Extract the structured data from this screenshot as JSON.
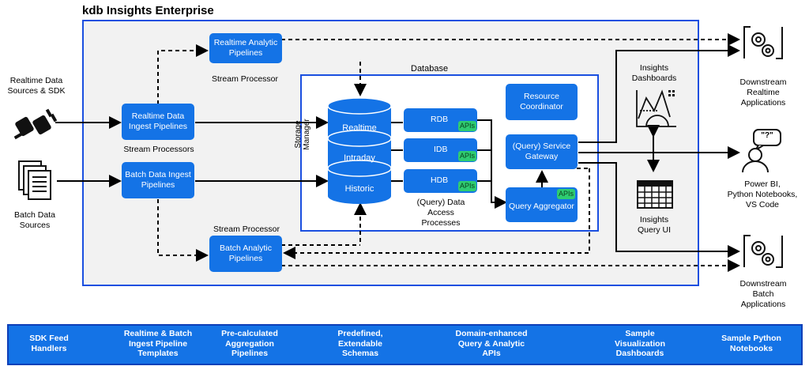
{
  "title": "kdb Insights Enterprise",
  "database_label": "Database",
  "sources": {
    "realtime": "Realtime Data\nSources & SDK",
    "batch": "Batch Data\nSources"
  },
  "pipelines": {
    "realtime_analytic": "Realtime Analytic Pipelines",
    "stream_processor_top": "Stream Processor",
    "realtime_ingest": "Realtime Data Ingest Pipelines",
    "stream_processors": "Stream Processors",
    "batch_ingest": "Batch Data Ingest Pipelines",
    "stream_processor_bottom": "Stream Processor",
    "batch_analytic": "Batch Analytic Pipelines"
  },
  "storage": {
    "manager": "Storage Manager",
    "tiers": [
      "Realtime",
      "Intraday",
      "Historic"
    ]
  },
  "daps": {
    "rdb": "RDB",
    "idb": "IDB",
    "hdb": "HDB",
    "api_badge": "APIs",
    "caption": "(Query) Data\nAccess\nProcesses"
  },
  "services": {
    "resource_coordinator": "Resource Coordinator",
    "service_gateway": "(Query) Service Gateway",
    "query_aggregator": "Query Aggregator"
  },
  "insights": {
    "dashboards": "Insights\nDashboards",
    "query_ui": "Insights\nQuery UI"
  },
  "outputs": {
    "downstream_realtime": "Downstream\nRealtime\nApplications",
    "bi": "Power BI,\nPython Notebooks,\nVS Code",
    "downstream_batch": "Downstream\nBatch\nApplications",
    "speech": "\"?\""
  },
  "bottom_bar": [
    "SDK Feed\nHandlers",
    "Realtime & Batch\nIngest Pipeline\nTemplates",
    "Pre-calculated\nAggregation\nPipelines",
    "Predefined,\nExtendable\nSchemas",
    "Domain-enhanced\nQuery & Analytic\nAPIs",
    "Sample\nVisualization\nDashboards",
    "Sample Python\nNotebooks"
  ],
  "colors": {
    "accent": "#1473e6",
    "border": "#1a4fe0",
    "api_badge": "#2ecc71",
    "panel": "#f2f2f2"
  }
}
